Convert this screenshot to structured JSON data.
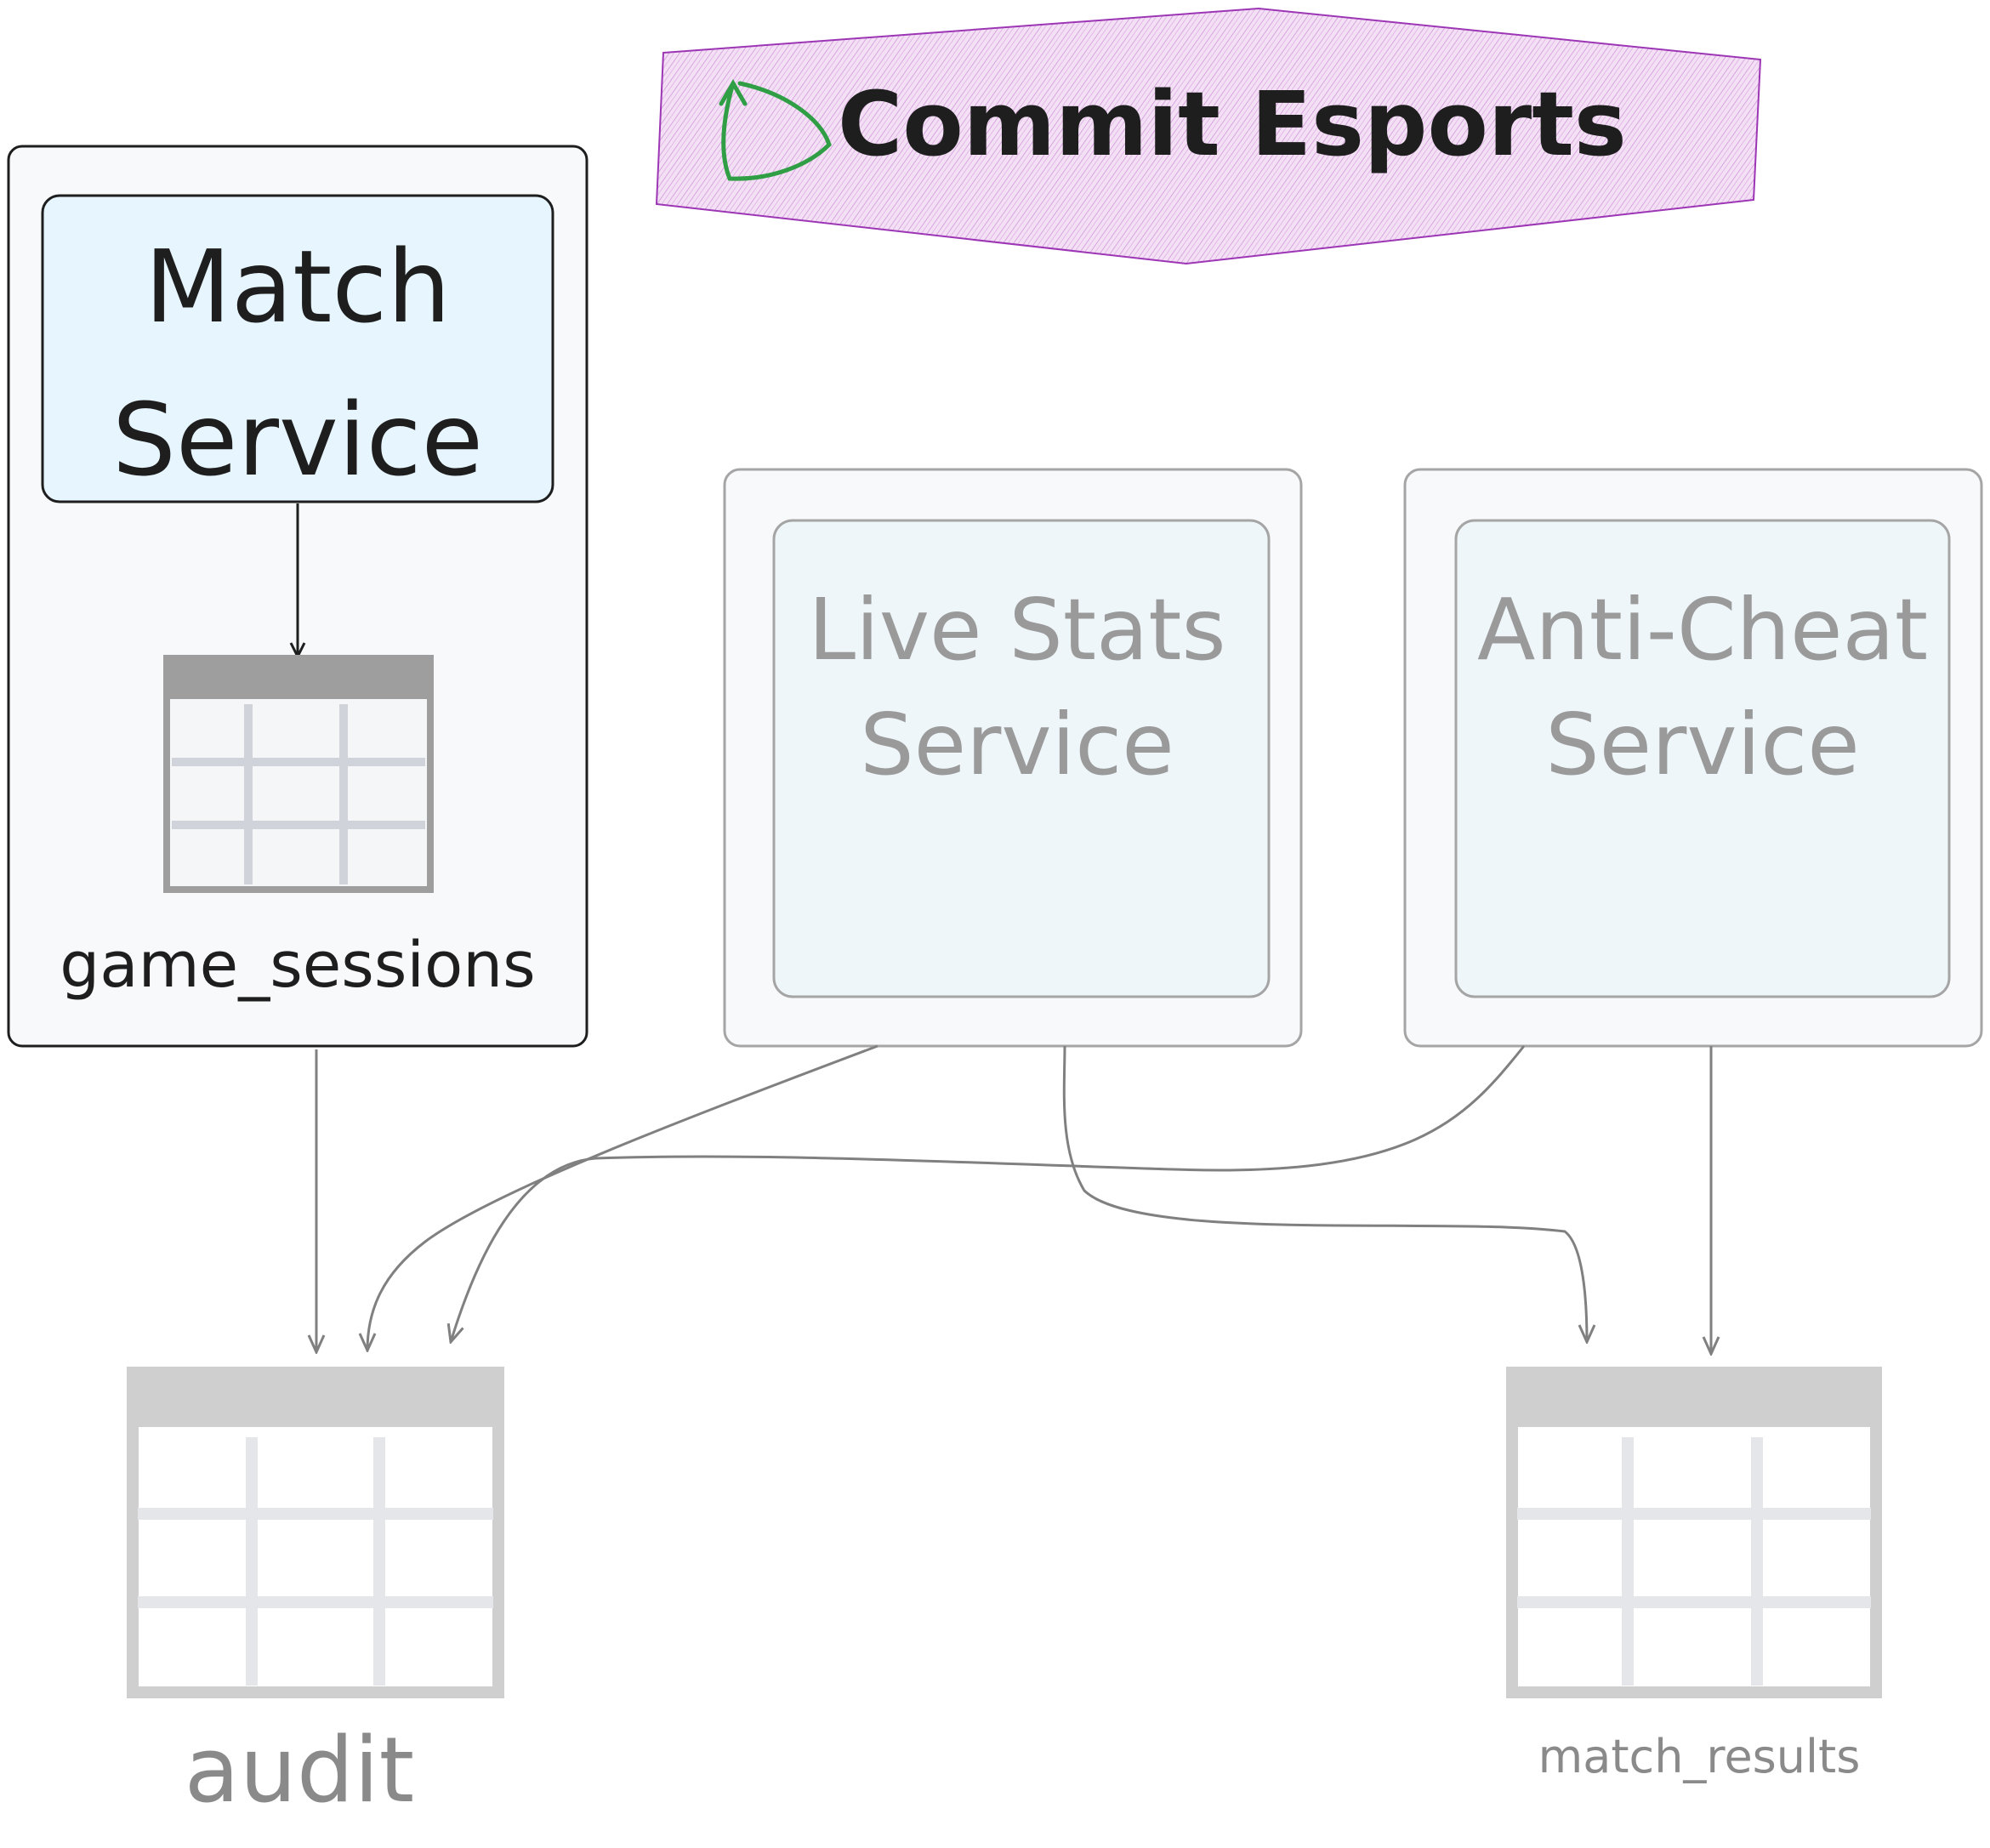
{
  "title": {
    "text": "Commit Esports",
    "logo_icon": "commit-arrow-icon",
    "fill": "#e4b8e8",
    "stroke": "#9c36b5",
    "logo_color": "#2f9e44"
  },
  "services": {
    "match": {
      "line1": "Match",
      "line2": "Service",
      "fill": "#e7f5ff",
      "text_color": "#1e1e1e"
    },
    "live_stats": {
      "line1": "Live Stats",
      "line2": "Service",
      "fill": "#eef6fa",
      "text_color": "#9a9a9a"
    },
    "anti_cheat": {
      "line1": "Anti-Cheat",
      "line2": "Service",
      "fill": "#eef6fa",
      "text_color": "#9a9a9a"
    }
  },
  "tables": {
    "game_sessions": {
      "label": "game_sessions",
      "icon": "table-icon"
    },
    "audit": {
      "label": "audit",
      "icon": "table-icon"
    },
    "match_results": {
      "label": "match_results",
      "icon": "table-icon"
    }
  },
  "colors": {
    "group_fill": "#f8f9fa",
    "active_stroke": "#1e1e1e",
    "faded_stroke": "#a5a5a5",
    "arrow_color": "#808080",
    "table_header_dark": "#9e9e9e",
    "table_header_light": "#cfcfcf",
    "table_grid": "#d0d4da"
  }
}
